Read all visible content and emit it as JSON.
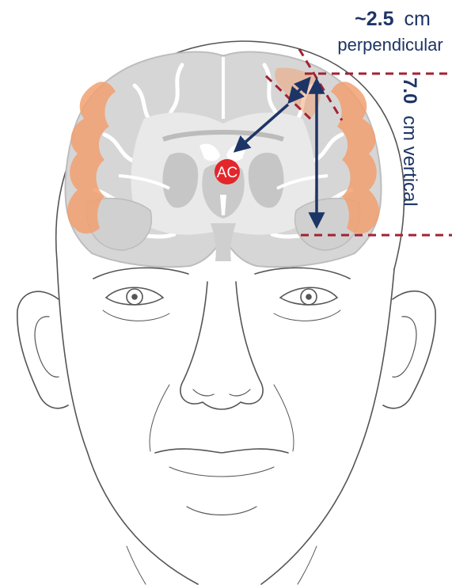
{
  "labels": {
    "perpendicular_value": "~2.5",
    "perpendicular_unit": "cm",
    "perpendicular_word": "perpendicular",
    "vertical_value": "7.0",
    "vertical_unit": "cm vertical",
    "marker": "AC"
  },
  "colors": {
    "navy": "#1d3466",
    "dashed_red": "#a32232",
    "marker_red": "#e3262c",
    "highlight_orange": "#f2a070",
    "brain_gray": "#cdcdcd",
    "sketch_line": "#555555"
  }
}
